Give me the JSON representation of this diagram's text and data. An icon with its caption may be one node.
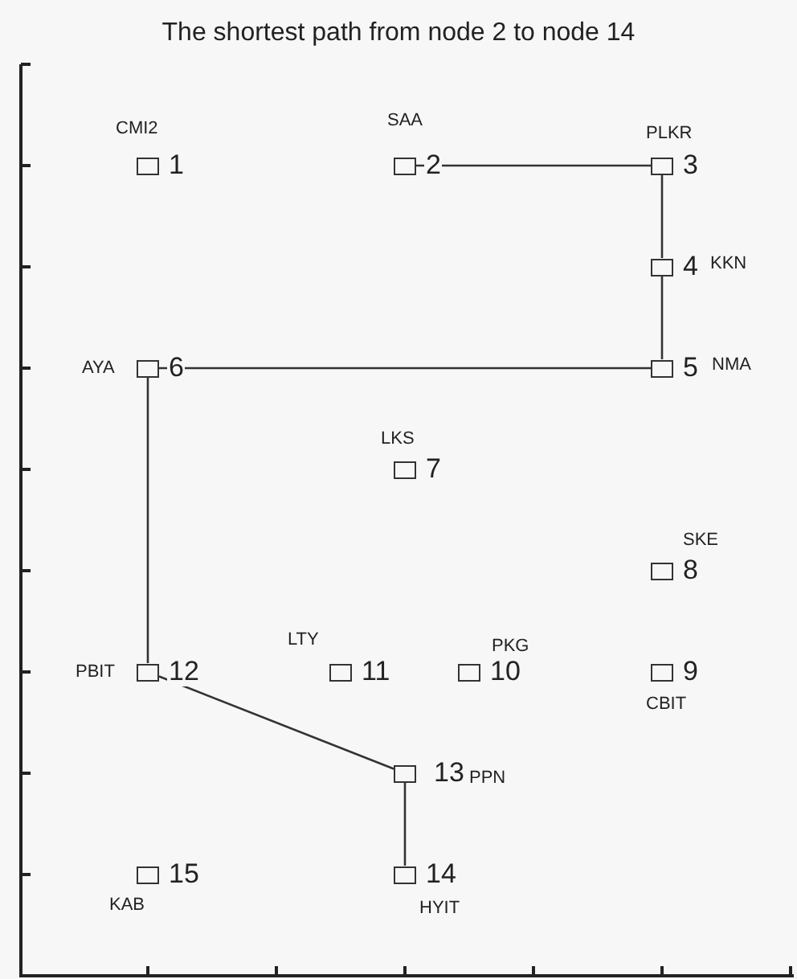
{
  "diagram": {
    "title": "The shortest path from node 2 to node 14",
    "nodes": [
      {
        "text": [],
        "shape": "box",
        "beside": [
          "1",
          "CMI2"
        ]
      },
      {
        "text": [],
        "shape": "box",
        "beside": [
          "2",
          "SAA"
        ]
      },
      {
        "text": [],
        "shape": "box",
        "beside": [
          "3",
          "PLKR"
        ]
      },
      {
        "text": [],
        "shape": "box",
        "beside": [
          "4",
          "KKN"
        ]
      },
      {
        "text": [],
        "shape": "box",
        "beside": [
          "5",
          "NMA"
        ]
      },
      {
        "text": [],
        "shape": "box",
        "beside": [
          "6",
          "AYA"
        ]
      },
      {
        "text": [],
        "shape": "box",
        "beside": [
          "7",
          "LKS"
        ]
      },
      {
        "text": [],
        "shape": "box",
        "beside": [
          "8",
          "SKE"
        ]
      },
      {
        "text": [],
        "shape": "box",
        "beside": [
          "9",
          "CBIT"
        ]
      },
      {
        "text": [],
        "shape": "box",
        "beside": [
          "10",
          "PKG"
        ]
      },
      {
        "text": [],
        "shape": "box",
        "beside": [
          "11",
          "LTY"
        ]
      },
      {
        "text": [],
        "shape": "box",
        "beside": [
          "12",
          "PBIT"
        ]
      },
      {
        "text": [],
        "shape": "box",
        "beside": [
          "13",
          "PPN"
        ]
      },
      {
        "text": [],
        "shape": "box",
        "beside": [
          "14",
          "HYIT"
        ]
      },
      {
        "text": [],
        "shape": "box",
        "beside": [
          "15",
          "KAB"
        ]
      }
    ],
    "edges": [
      {
        "from": 1,
        "to": 2,
        "arrow": "none"
      },
      {
        "from": 2,
        "to": 3,
        "arrow": "none"
      },
      {
        "from": 3,
        "to": 4,
        "arrow": "none"
      },
      {
        "from": 4,
        "to": 5,
        "arrow": "none"
      },
      {
        "from": 5,
        "to": 11,
        "arrow": "none"
      },
      {
        "from": 11,
        "to": 12,
        "arrow": "none"
      },
      {
        "from": 12,
        "to": 13,
        "arrow": "none"
      }
    ]
  }
}
